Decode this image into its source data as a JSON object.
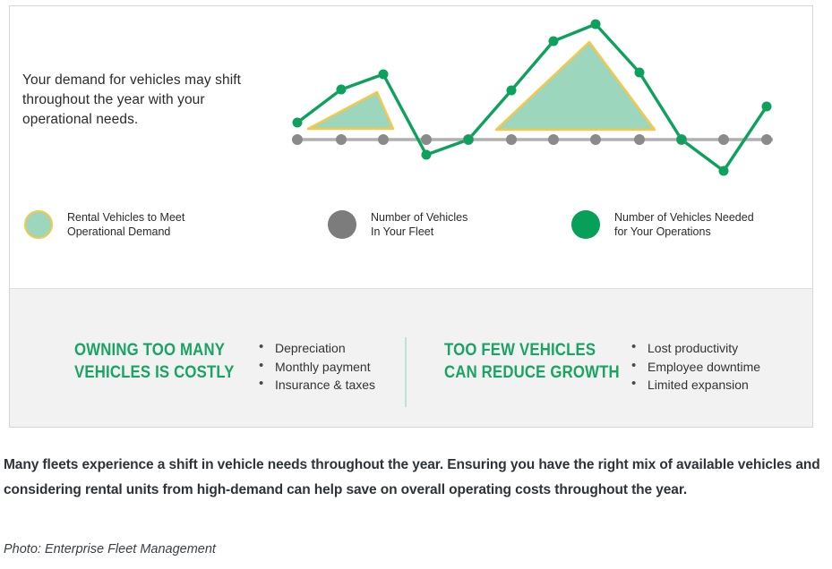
{
  "infographic": {
    "intro_text": "Your demand for vehicles may shift throughout the year with your operational needs.",
    "legend": [
      {
        "name": "rental",
        "label": "Rental Vehicles to Meet\nOperational Demand",
        "color": "#9cd6bc",
        "border": "#f5c84b"
      },
      {
        "name": "fleet",
        "label": "Number of Vehicles\nIn Your Fleet",
        "color": "#7c7c7c",
        "border": "#7c7c7c"
      },
      {
        "name": "needed",
        "label": "Number of Vehicles Needed\nfor Your Operations",
        "color": "#06a05a",
        "border": "#06a05a"
      }
    ],
    "bottom_panel": {
      "left": {
        "heading": "OWNING TOO MANY\nVEHICLES IS COSTLY",
        "bullets": [
          "Depreciation",
          "Monthly payment",
          "Insurance & taxes"
        ]
      },
      "right": {
        "heading": "TOO FEW VEHICLES\nCAN REDUCE GROWTH",
        "bullets": [
          "Lost productivity",
          "Employee downtime",
          "Limited expansion"
        ]
      }
    }
  },
  "caption": "Many fleets experience a shift in vehicle needs throughout the year. Ensuring you have the right mix of available vehicles and considering rental units from high-demand can help save on overall operating costs throughout the year.",
  "photo_credit": "Photo: Enterprise Fleet Management",
  "chart_data": {
    "type": "line",
    "title": "",
    "xlabel": "",
    "ylabel": "",
    "grid": false,
    "legend_position": "bottom",
    "x": [
      1,
      2,
      3,
      4,
      5,
      6,
      7,
      8,
      9,
      10,
      11,
      12
    ],
    "series": [
      {
        "name": "Number of Vehicles Needed for Your Operations",
        "color": "#0ca15c",
        "marker": "circle",
        "values": [
          0.4,
          1.2,
          1.55,
          -0.35,
          -0.02,
          1.2,
          2.4,
          2.8,
          1.6,
          0.0,
          -0.75,
          0.8
        ]
      },
      {
        "name": "Number of Vehicles In Your Fleet",
        "color": "#8a8a8a",
        "marker": "circle",
        "values": [
          0,
          0,
          0,
          0,
          0,
          0,
          0,
          0,
          0,
          0,
          0,
          0
        ]
      }
    ],
    "shaded_regions": [
      {
        "name": "Rental Vehicles to Meet Operational Demand",
        "fill": "#9cd6bc",
        "stroke": "#f5c84b",
        "x_start": 1.25,
        "x_peak": 2.85,
        "x_end": 3.23,
        "peak_value": 1.15
      },
      {
        "name": "Rental Vehicles to Meet Operational Demand",
        "fill": "#9cd6bc",
        "stroke": "#f5c84b",
        "x_start": 5.65,
        "x_peak": 7.83,
        "x_end": 9.35,
        "peak_value": 2.5
      }
    ],
    "axis_baseline_color": "#b0b0b0",
    "ylim": [
      -1.2,
      3.2
    ]
  }
}
